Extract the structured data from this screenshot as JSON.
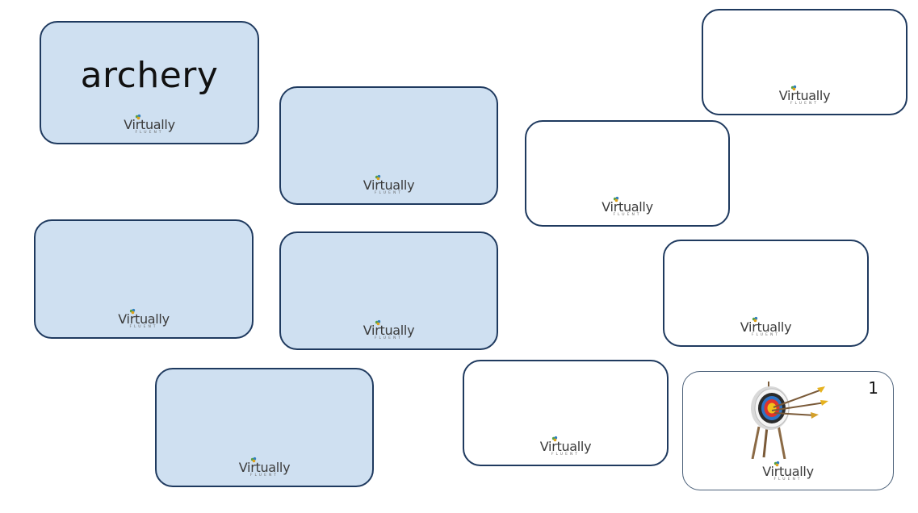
{
  "cards": [
    {
      "id": "card-1",
      "style": "blue",
      "word": "archery"
    },
    {
      "id": "card-2",
      "style": "blue",
      "word": ""
    },
    {
      "id": "card-3",
      "style": "white",
      "word": ""
    },
    {
      "id": "card-4",
      "style": "white",
      "word": ""
    },
    {
      "id": "card-5",
      "style": "blue",
      "word": ""
    },
    {
      "id": "card-6",
      "style": "blue",
      "word": ""
    },
    {
      "id": "card-7",
      "style": "white",
      "word": ""
    },
    {
      "id": "card-8",
      "style": "blue",
      "word": ""
    },
    {
      "id": "card-9",
      "style": "white",
      "word": ""
    },
    {
      "id": "card-10",
      "style": "white",
      "word": "",
      "counter": "1",
      "illustration": "archery-target-icon"
    }
  ],
  "logo": {
    "text": "Virtually",
    "subtext": "FLUENT"
  },
  "colors": {
    "card_blue": "#cfe0f1",
    "card_border": "#1f3a5f",
    "card_white": "#ffffff"
  }
}
